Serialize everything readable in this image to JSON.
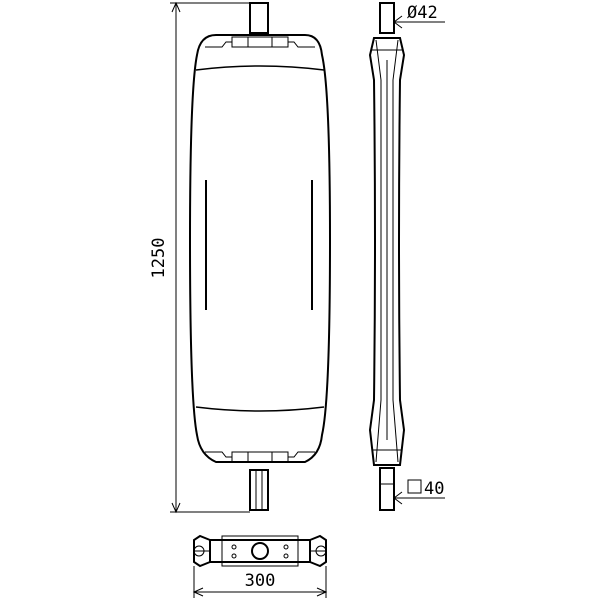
{
  "drawing": {
    "line_color": "#000000",
    "background": "#ffffff",
    "dimensions": {
      "height_label": "1250",
      "width_label": "300",
      "tube_label": "Ø42",
      "square_label": "40"
    },
    "symbols": {
      "square": "square-symbol"
    }
  }
}
